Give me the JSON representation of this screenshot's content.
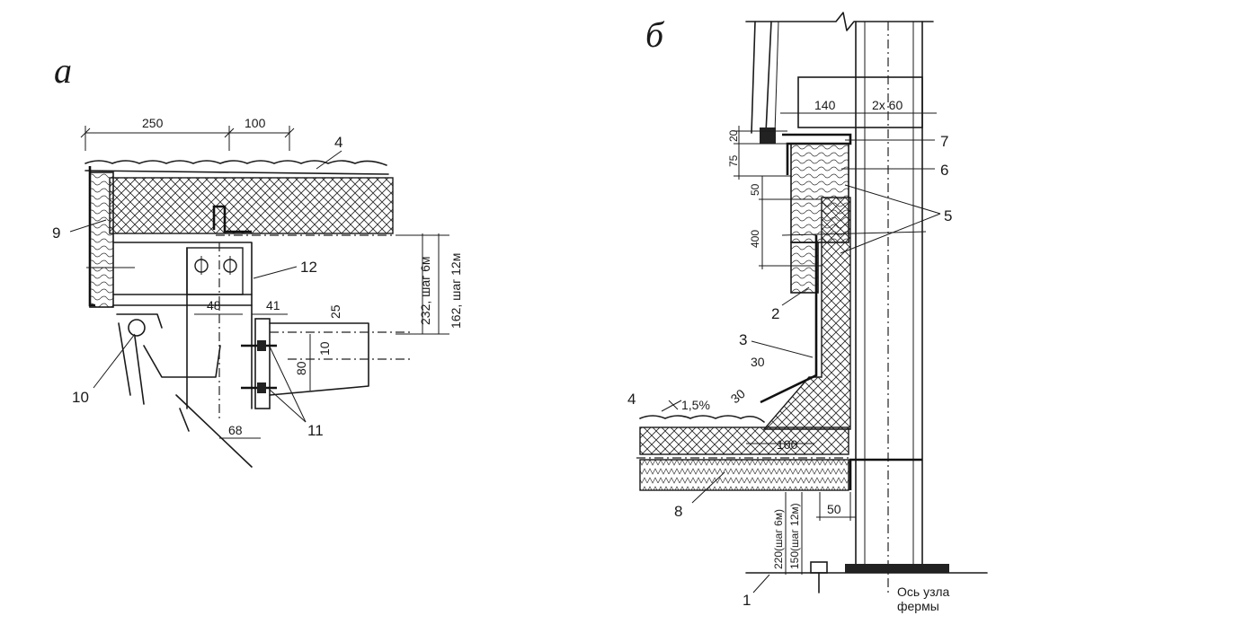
{
  "panel_a": {
    "title": "а",
    "dims": {
      "d250": "250",
      "d100": "100",
      "d48": "48",
      "d41": "41",
      "d25": "25",
      "d10": "10",
      "d80": "80",
      "d68": "68",
      "v232": "232, шаг 6м",
      "v162": "162, шаг 12м"
    },
    "callouts": {
      "c4": "4",
      "c9": "9",
      "c12": "12",
      "c10": "10",
      "c11": "11"
    }
  },
  "panel_b": {
    "title": "б",
    "dims": {
      "d140": "140",
      "d2x60": "2х 60",
      "d20": "20",
      "d75": "75",
      "d50": "50",
      "d400": "400",
      "d30a": "30",
      "d30b": "30",
      "d100": "100",
      "d50b": "50",
      "slope": "1,5%",
      "v220": "220(шаг 6м)",
      "v150": "150(шаг 12м)"
    },
    "callouts": {
      "c7": "7",
      "c6": "6",
      "c5": "5",
      "c2": "2",
      "c3": "3",
      "c4": "4",
      "c8": "8",
      "c1": "1"
    },
    "axis_note_1": "Ось узла",
    "axis_note_2": "фермы"
  }
}
